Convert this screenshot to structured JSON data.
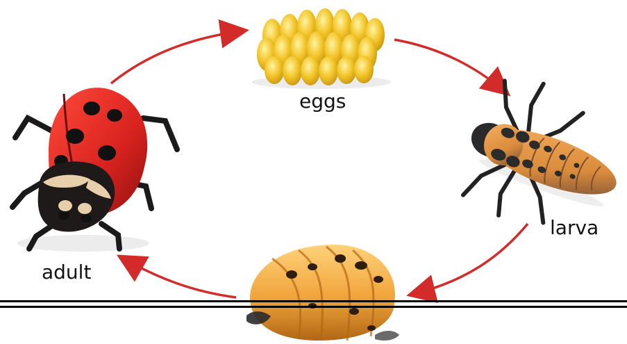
{
  "stages": {
    "eggs": {
      "label": "eggs"
    },
    "larva": {
      "label": "larva"
    },
    "adult": {
      "label": "adult"
    }
  },
  "colors": {
    "arrow": "#d32a2a",
    "egg_fill": "#f2c426",
    "egg_shadow": "#c79512",
    "larva_body": "#d98b3b",
    "larva_spots": "#2b2b2b",
    "pupa_body": "#f0a43b",
    "pupa_spots": "#2f1d10",
    "adult_shell": "#d8221e",
    "adult_spots": "#111111",
    "adult_head": "#1f1a1a",
    "adult_head_pattern": "#e8cfac",
    "divider": "#000000"
  }
}
